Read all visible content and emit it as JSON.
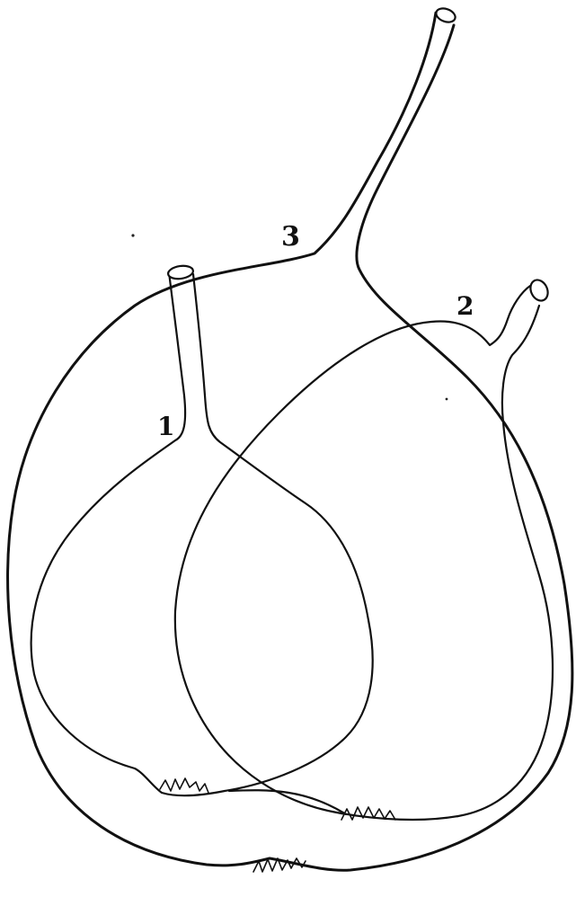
{
  "figure": {
    "labels": {
      "pear_1": "1",
      "pear_2": "2",
      "pear_3": "3"
    },
    "line_color": "#111111",
    "background_color": "#ffffff"
  }
}
